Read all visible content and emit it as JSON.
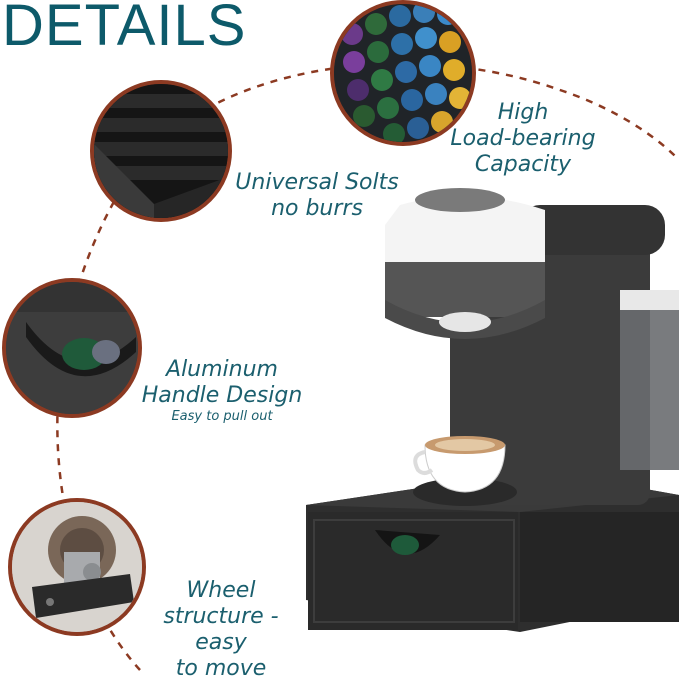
{
  "title": "DETAILS",
  "features": {
    "capacity": {
      "line1": "High",
      "line2": "Load-bearing",
      "line3": "Capacity"
    },
    "slots": {
      "line1": "Universal Solts",
      "line2": "no burrs"
    },
    "handle": {
      "line1": "Aluminum",
      "line2": "Handle Design",
      "sub": "Easy to pull out"
    },
    "wheel": {
      "line1": "Wheel",
      "line2": "structure - easy",
      "line3": "to move"
    }
  },
  "colors": {
    "title": "#0d5a6a",
    "text": "#1b5f6e",
    "ring": "#8c3a22",
    "dashed_arc": "#8c3a22"
  }
}
